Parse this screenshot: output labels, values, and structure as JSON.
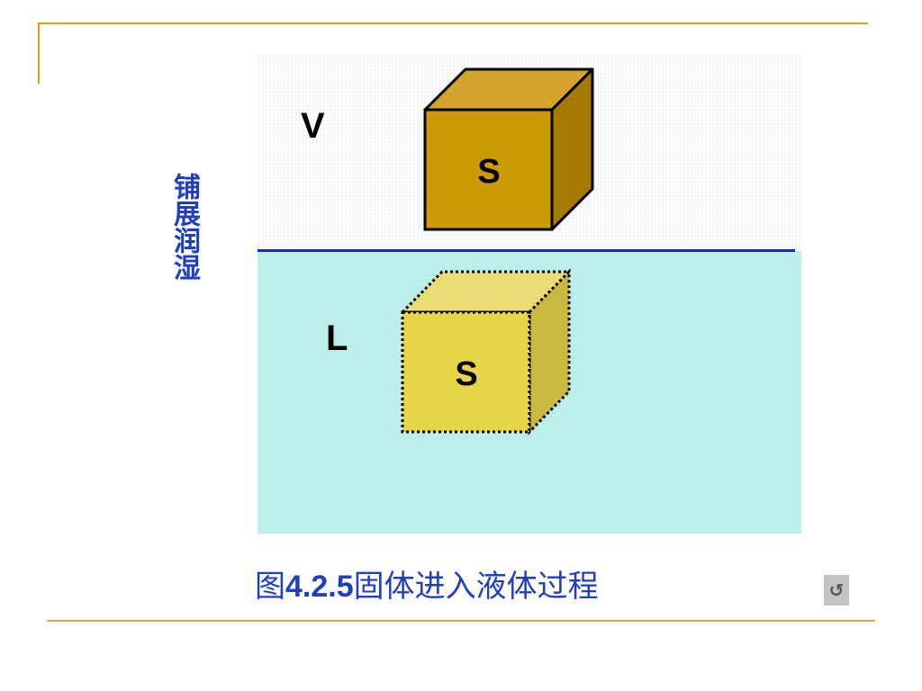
{
  "side_label": "铺展润湿",
  "phases": {
    "vapor": "V",
    "liquid": "L"
  },
  "cubes": {
    "upper_label": "S",
    "lower_label": "S"
  },
  "caption": {
    "prefix": "图",
    "number": "4.2.5",
    "text": "固体进入液体过程"
  },
  "back_button": {
    "icon": "return-arrow-icon",
    "glyph": "↺"
  },
  "colors": {
    "interface_line": "#1428c8",
    "liquid": "#bdeeec",
    "solid_cube": "#cc9a06",
    "ghost_cube": "#e7d548",
    "caption_text": "#1f3fbf"
  }
}
